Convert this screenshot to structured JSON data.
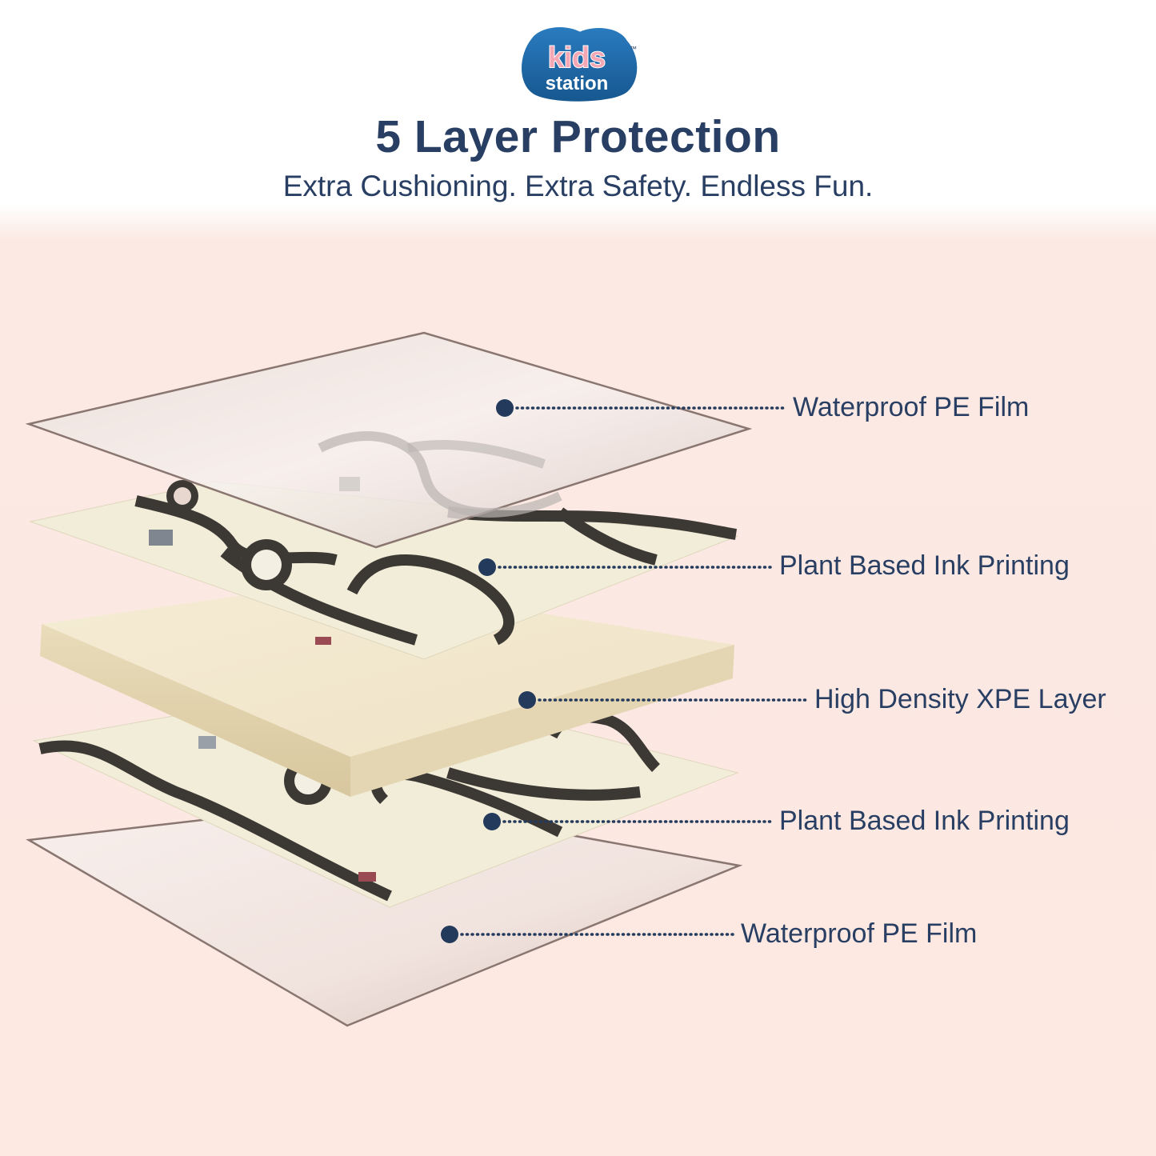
{
  "brand": {
    "logo_line1": "kids",
    "logo_line2": "station",
    "trademark": "™"
  },
  "header": {
    "title": "5 Layer Protection",
    "subtitle": "Extra Cushioning. Extra Safety. Endless Fun."
  },
  "layers": [
    {
      "label": "Waterproof PE Film"
    },
    {
      "label": "Plant Based Ink Printing"
    },
    {
      "label": "High Density XPE Layer"
    },
    {
      "label": "Plant Based Ink Printing"
    },
    {
      "label": "Waterproof PE Film"
    }
  ],
  "colors": {
    "navy": "#283f63",
    "logo_blue": "#1f6aa5",
    "logo_pink": "#f4a7b4",
    "background_pink": "#fde8e2",
    "mat_cream": "#f1ecd6",
    "foam": "#f4ead2"
  }
}
